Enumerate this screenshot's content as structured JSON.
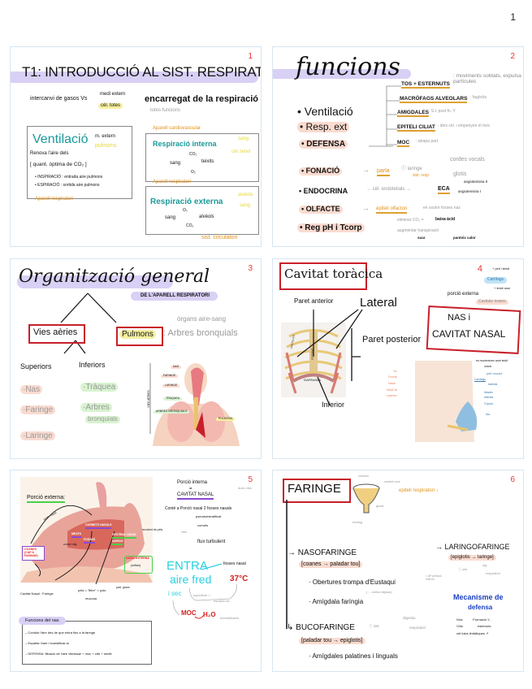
{
  "page_number": "1",
  "slides": [
    {
      "number": "1",
      "title": "T1: INTRODUCCIÓ AL SIST. RESPIRATORI",
      "intercanvi": "intercanvi de gasos Vs",
      "medi_extern": "medi extern",
      "cel_totes": "cèl. totes",
      "encarregat": "encarregat de la respiració",
      "totes_funcions": "totes funcions",
      "ventilacio": {
        "title": "Ventilació",
        "m_extern": "m. extern",
        "pulmons": "pulmons",
        "renova": "Renova l'aire dels",
        "quant": "[ quant. òptima de CO₂ ]",
        "inspiracio": "• INSPIRACIÓ : entrada aire pulmons",
        "espiracio": "• ESPIRACIÓ : sortida aire pulmons",
        "aparell": "Aparell respiratori"
      },
      "interna": {
        "aparell": "Aparell cardiovascular",
        "title": "Respiració interna",
        "sang": "sang",
        "cel": "cèl. teixit",
        "c_sang": "sang",
        "c_co2": "CO₂",
        "c_teixits": "teixits",
        "c_o2": "O₂"
      },
      "externa": {
        "aparell": "Aparell respiratori",
        "title": "Respiració externa",
        "alveols": "alvèols",
        "sang": "sang",
        "c_sang": "sang",
        "c_o2": "O₂",
        "c_alveols": "alvèols",
        "c_co2": "CO₂",
        "sist": "sist. circulatori"
      }
    },
    {
      "number": "2",
      "title": "funcions",
      "list": [
        "• Ventilació",
        "• Resp. ext",
        "• DEFENSA"
      ],
      "defensa": [
        {
          "label": "TOS + ESTERNUTS",
          "note": ": moviments sobtats, expulsa partícules"
        },
        {
          "label": "MACRÒFAGS ALVEOLARS",
          "note": ": fagòcits"
        },
        {
          "label": "AMIGDALES",
          "note": ": S.I. post fn. Y"
        },
        {
          "label": "EPITELI CILIAT",
          "note": ": dins cèl. i empenyen el moc"
        },
        {
          "label": "MOC",
          "note": ": atrapa part."
        }
      ],
      "fonacio": {
        "label": "• FONACIÓ",
        "arrow": "→",
        "parla": "parla",
        "laringe": "ⓛ laringe",
        "sist": "sist. resp",
        "cordes": "cordes vocals",
        "glotis": "glotis"
      },
      "endocrina": {
        "label": "• ENDOCRINA",
        "text": "→ cèl. endotelials →",
        "eca": "ECA",
        "ang2": "angiotensina II",
        "ang1": "angiotensina I"
      },
      "olfacte": {
        "label": "• OLFACTE",
        "text": "→",
        "epiteli": "epiteli olfactori",
        "rest": "en sostre fosses nas"
      },
      "reg": {
        "label": "• Reg pH i Tcorp",
        "l1": "eliminar CO₂ =",
        "l1b": "baixa àcid",
        "l2": "augmentar transpiració",
        "l3a": "suar",
        "l3b": "panteix calor"
      }
    },
    {
      "number": "3",
      "title": "Organització general",
      "subtitle": "DE L'APARELL RESPIRATORI",
      "vies": "Vies aèries",
      "pulmons": "Pulmons",
      "arbres": ": Arbres bronquials",
      "organs": "òrgans aire-sang",
      "superiors": "Superiors",
      "inferiors": "Inferiors",
      "sup_items": [
        "·Nas",
        "·Faringe",
        "·Laringe"
      ],
      "inf_items": [
        "·Tràquea",
        "·Arbres",
        "bronquials"
      ],
      "figure_labels": {
        "nas": "NAS",
        "faringe": "FARINGE",
        "laringe": "LARINGE",
        "traquea": "TRÀQUEA",
        "arbres": "ARBRES BRONQUIALS",
        "pulmons": "PULMONS",
        "vies": "VIES AÈRIES"
      }
    },
    {
      "number": "4",
      "title": "Cavitat toràcica",
      "anterior": "Paret anterior",
      "lateral": "Lateral",
      "posterior": "Paret posterior",
      "inferior": "Inferior",
      "rib_labels": {
        "costelles": "COSTELLES",
        "estern": "ESTERNÓ",
        "diafragma": "DIAFRAGMA"
      },
      "porcio": "porció externa",
      "cartilags": "Cartílags",
      "pell": "+ pell i teixit",
      "ossos": "+ teixit ossi",
      "cavitats": "Cavitats òssies",
      "nas": "NAS i",
      "cavitat_nasal": "CAVITAT NASAL",
      "nose_left": [
        "Os",
        "Frontal",
        "Nasal",
        "Maxil·lar",
        "superior"
      ],
      "nose_right": [
        "es recobreixen amb teixit",
        "pell i muscul",
        "Cartílags",
        "laterals",
        "Nasals",
        "laterals",
        "Còpula",
        "Ala"
      ],
      "nose_note": "ossos"
    },
    {
      "number": "5",
      "porcio_externa": "Porció externa:",
      "labels": {
        "cornets": "CORNETS NASALS",
        "meats": "MEATS",
        "fosses": "FOSSES",
        "narius": "NARIUS",
        "coanes": "COANES (CAP A FARINGE)",
        "nariu_ext": "NARIU EXTERNA",
        "orificis": "(orificis)",
        "vestibul": "VESTÍBUL NASAL",
        "recobert": "recobert de pèls",
        "septe": "septe nasal",
        "cornet_mig": "cornet mig",
        "cavitat": "Cavitat Nasal : Faringe",
        "pels": "pèls = \"filtre\" × pols",
        "mucosa": "mucosa",
        "pols": "part. grans"
      },
      "interna_title": "Porció interna",
      "eq": "=",
      "cavitat_nasal": "CAVITAT NASAL",
      "conte": "Conté a Porció nasal 2 fosses nasals",
      "dues": "dues vies",
      "pseudo": "pseudoestratificat",
      "cornets": "cornets",
      "vies": "vies",
      "flux": "flux turbulent",
      "entra": "ENTRA",
      "aire_fred": "aire fred",
      "i_sec": "i sec",
      "fosses": "fosses nasal",
      "temp": "37°C",
      "superficie": "superfície ×",
      "escalfar": "escalfar-se",
      "moc": "MOC",
      "h2o": "H₂O",
      "humid": "humidificació",
      "funcions_title": "Funcions del nas",
      "funcions": [
        "– Conduir l'aire des de que entra fins a la faringe",
        "– Escalfar l'aire i humidificar-lo",
        "– DEFENSA: filtració de l'aire vibrissae + moc + cilis + sentit"
      ]
    },
    {
      "number": "6",
      "title": "FARINGE",
      "cavitat_oral": "cavitat oral",
      "coanes": "coanes",
      "epiteli": "epiteli respiratori ↓",
      "glotis": "glotis",
      "esofag": "esòfag",
      "naso": "→ NASOFARINGE",
      "naso_range": "[coanes → paladar tou]",
      "obertures": "· Obertures trompa d'Eustaqui",
      "orella": "(→ orella mitjana)",
      "eq_note": "= AP pressió interna",
      "amigdala": "· Amígdala faríngia",
      "buco": "↳ BUCOFARINGE",
      "buco_note": "ⓛ sist",
      "buco_a": "digestiu",
      "buco_b": "respiratori",
      "buco_range": "[paladar tou → epiglotis]",
      "amigdales": "· Amígdales palatines i linguals",
      "laringo": "→ LARINGOFARINGE",
      "laringo_range": "[epiglotis → laringe]",
      "laringo_note": "ⓛ sist",
      "laringo_a": "dig.",
      "laringo_b": "respiratori",
      "mecanisme": "Mecanisme de",
      "defensa": "defensa",
      "mec_items": [
        "·Moc",
        "·Cilis",
        "·Formació Y...",
        "esternuts",
        "cèl·lules limfàtiques ↗"
      ]
    }
  ],
  "colors": {
    "accent_purple": "#d9d0f5",
    "red_box": "#c8202a",
    "teal": "#1a9a9a",
    "orange": "#e0901a",
    "peach": "#fadbd0",
    "green": "#d8f3d0",
    "cyan": "#2ad0e0",
    "blue": "#1a3fc0"
  }
}
